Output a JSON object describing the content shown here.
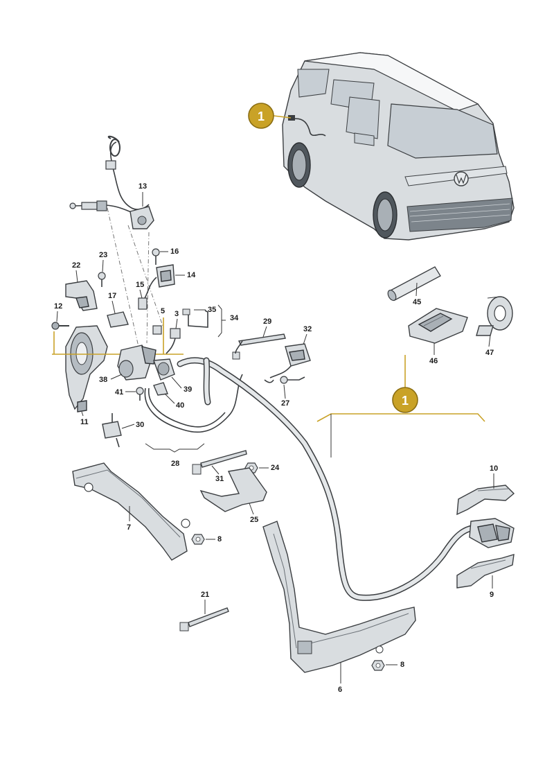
{
  "colors": {
    "callout": "#c9a227",
    "callout_border": "#8a6d12",
    "line": "#3a3d40",
    "part_fill": "#d9dde0"
  },
  "callouts": {
    "car": "1",
    "group": "1"
  },
  "labels": {
    "p6": "6",
    "p7": "7",
    "p8a": "8",
    "p8b": "8",
    "p9": "9",
    "p10": "10",
    "p11": "11",
    "p12": "12",
    "p13": "13",
    "p14": "14",
    "p15": "15",
    "p16": "16",
    "p17": "17",
    "p21": "21",
    "p22": "22",
    "p23": "23",
    "p24": "24",
    "p25": "25",
    "p27": "27",
    "p28": "28",
    "p29": "29",
    "p30": "30",
    "p31": "31",
    "p32": "32",
    "p34": "34",
    "p35": "35",
    "p38": "38",
    "p39": "39",
    "p40": "40",
    "p41": "41",
    "p45": "45",
    "p46": "46",
    "p47": "47",
    "p3": "3",
    "p5": "5"
  },
  "icons": [
    "vehicle-illustration",
    "charging-cable-icon",
    "socket-icon",
    "bracket-icon",
    "nut-icon",
    "tape-roll-icon"
  ]
}
